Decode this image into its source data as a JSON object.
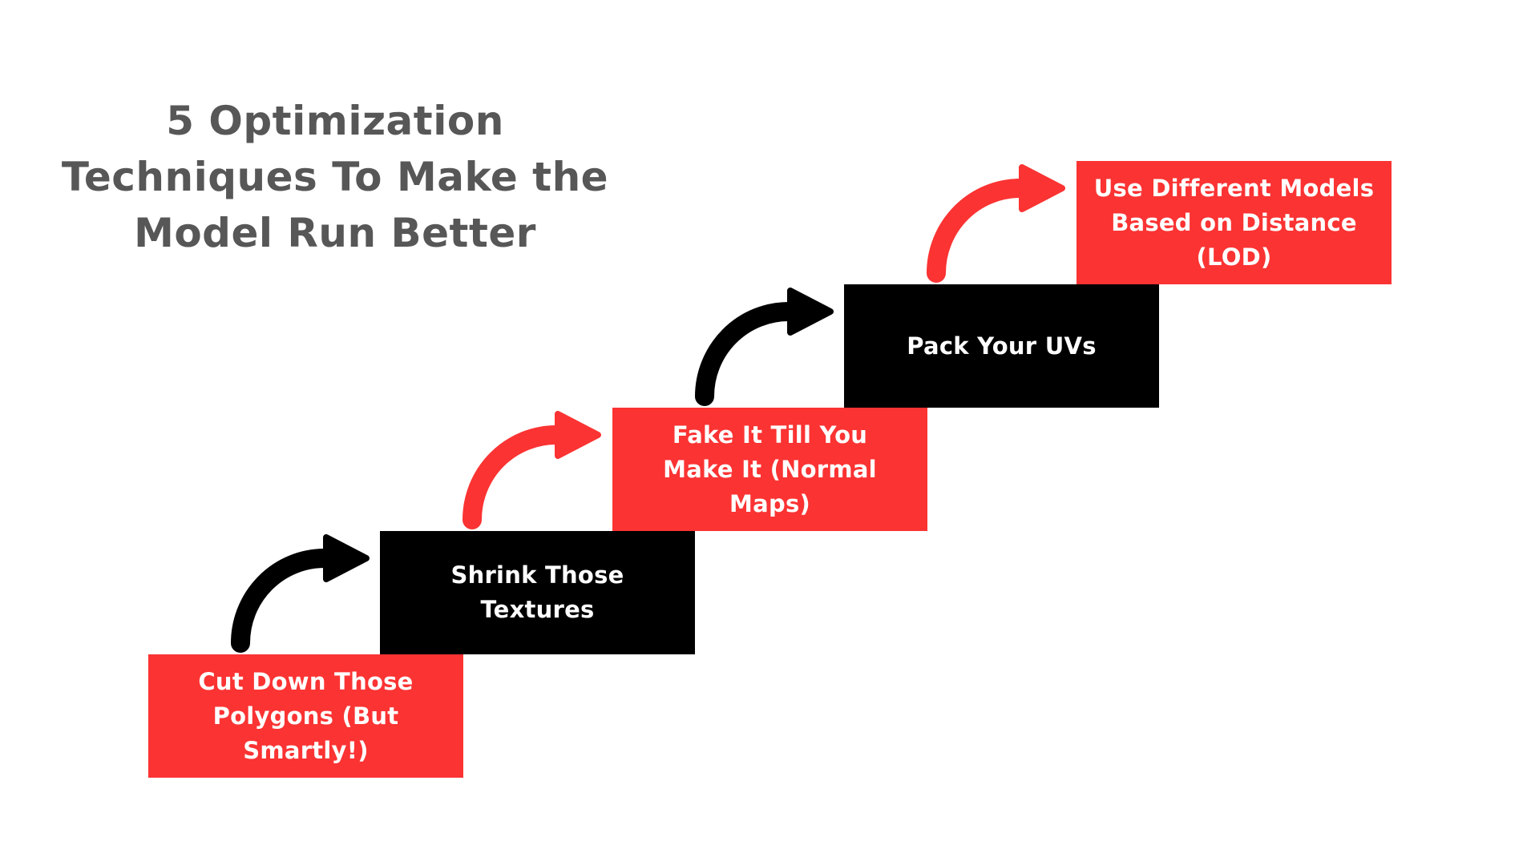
{
  "title": {
    "text": "5 Optimization Techniques To Make the Model Run Better",
    "lines": [
      "5 Optimization",
      "Techniques To Make the",
      "Model Run Better"
    ]
  },
  "steps": [
    {
      "index": 1,
      "label": "Cut Down Those Polygons (But Smartly!)",
      "lines": [
        "Cut Down Those",
        "Polygons (But",
        "Smartly!)"
      ],
      "box_color": "#fb3333",
      "text_color": "#ffffff"
    },
    {
      "index": 2,
      "label": "Shrink Those Textures",
      "lines": [
        "Shrink Those",
        "Textures"
      ],
      "box_color": "#000000",
      "text_color": "#ffffff"
    },
    {
      "index": 3,
      "label": "Fake It Till You Make It (Normal Maps)",
      "lines": [
        "Fake It Till You",
        "Make It (Normal",
        "Maps)"
      ],
      "box_color": "#fb3333",
      "text_color": "#ffffff"
    },
    {
      "index": 4,
      "label": "Pack Your UVs",
      "lines": [
        "Pack Your UVs"
      ],
      "box_color": "#000000",
      "text_color": "#ffffff"
    },
    {
      "index": 5,
      "label": "Use Different Models Based on Distance (LOD)",
      "lines": [
        "Use Different Models",
        "Based on Distance",
        "(LOD)"
      ],
      "box_color": "#fb3333",
      "text_color": "#ffffff"
    }
  ],
  "arrows": [
    {
      "from_step": 1,
      "to_step": 2,
      "color": "#000000",
      "shape": "curved-up-right"
    },
    {
      "from_step": 2,
      "to_step": 3,
      "color": "#fb3333",
      "shape": "curved-up-right"
    },
    {
      "from_step": 3,
      "to_step": 4,
      "color": "#000000",
      "shape": "curved-up-right"
    },
    {
      "from_step": 4,
      "to_step": 5,
      "color": "#fb3333",
      "shape": "curved-up-right"
    }
  ],
  "colors": {
    "background": "#ffffff",
    "red": "#fb3333",
    "black": "#000000",
    "title_gray": "#575757",
    "box_text": "#ffffff"
  }
}
